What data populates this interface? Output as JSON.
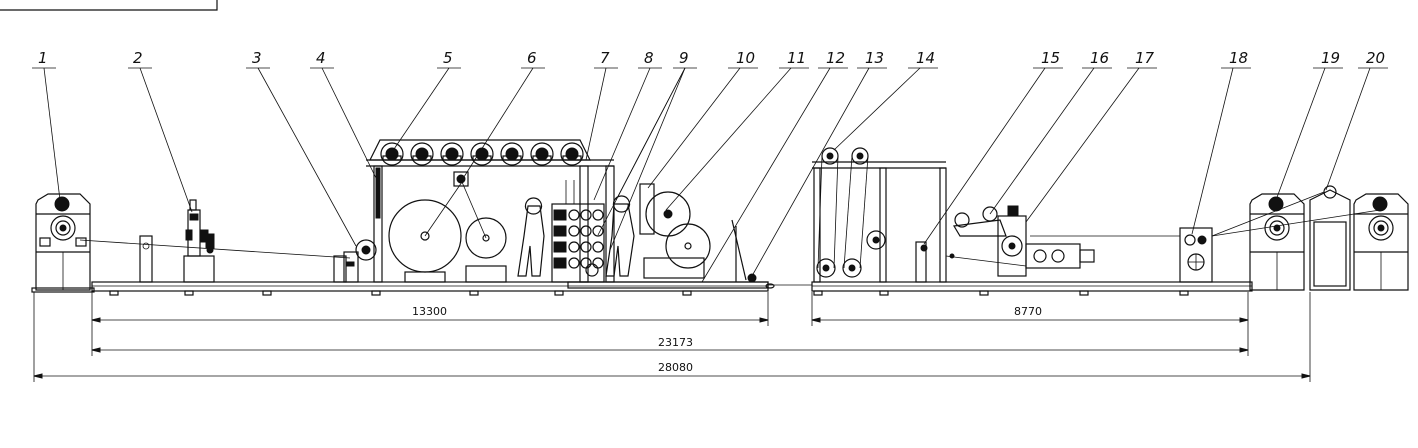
{
  "callouts": [
    "1",
    "2",
    "3",
    "4",
    "5",
    "6",
    "7",
    "8",
    "9",
    "10",
    "11",
    "12",
    "13",
    "14",
    "15",
    "16",
    "17",
    "18",
    "19",
    "20"
  ],
  "dimensions": {
    "d1": "13300",
    "d2": "8770",
    "d3": "23173",
    "d4": "28080"
  },
  "colors": {
    "ink": "#111111",
    "background": "#ffffff"
  }
}
